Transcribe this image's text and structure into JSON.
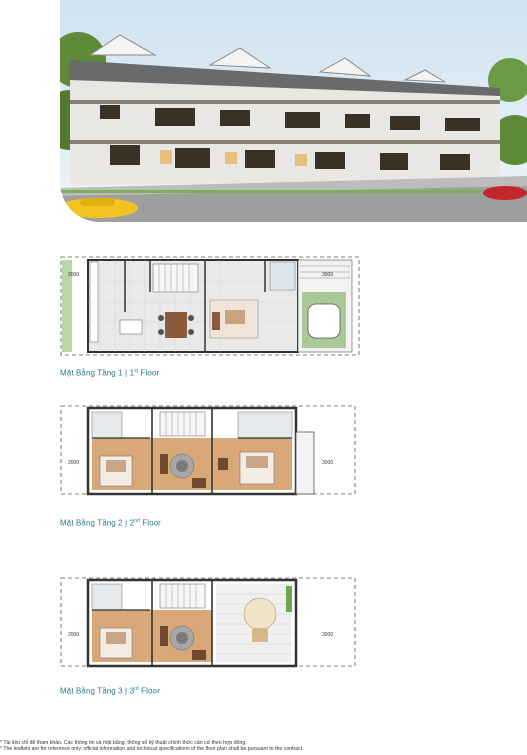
{
  "floors": [
    {
      "name": "Mặt Bằng Tầng 1",
      "suffix_num": "1",
      "suffix_ord": "st",
      "suffix_word": "Floor",
      "dim_left": "2000",
      "dim_right": "3000"
    },
    {
      "name": "Mặt Bằng Tầng 2",
      "suffix_num": "2",
      "suffix_ord": "nd",
      "suffix_word": "Floor",
      "dim_left": "2000",
      "dim_right": "3000"
    },
    {
      "name": "Mặt Bằng Tầng 3",
      "suffix_num": "3",
      "suffix_ord": "rd",
      "suffix_word": "Floor",
      "dim_left": "2000",
      "dim_right": "3000"
    }
  ],
  "separator": " | ",
  "notes": [
    "* Tài liệu chỉ để tham khảo. Các thông tin và mặt bằng, thông số kỹ thuật chính thức căn cứ theo hợp đồng.",
    "* The leaflets are for reference only, official information and technical specifications of the floor plan shall be pursuant to the contract."
  ],
  "colors": {
    "caption": "#2a7a8c",
    "wood": "#d9a878",
    "tile": "#e6e6e6",
    "grass": "#6aa84f",
    "wall": "#333333"
  }
}
